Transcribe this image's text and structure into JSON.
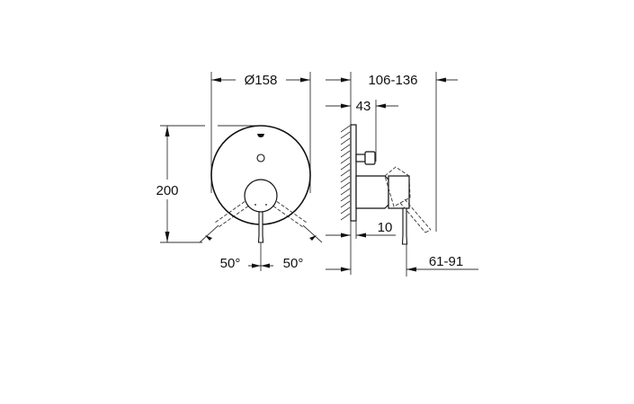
{
  "drawing": {
    "type": "technical-dimension-drawing",
    "views": {
      "front": {
        "dimensions": {
          "diameter": "Ø158",
          "height": "200",
          "angle_left": "50°",
          "angle_right": "50°"
        }
      },
      "side": {
        "dimensions": {
          "depth_total": "106-136",
          "stem": "43",
          "plate_offset": "10",
          "lever_projection": "61-91"
        }
      }
    },
    "colors": {
      "line": "#111111",
      "background": "#ffffff"
    }
  }
}
